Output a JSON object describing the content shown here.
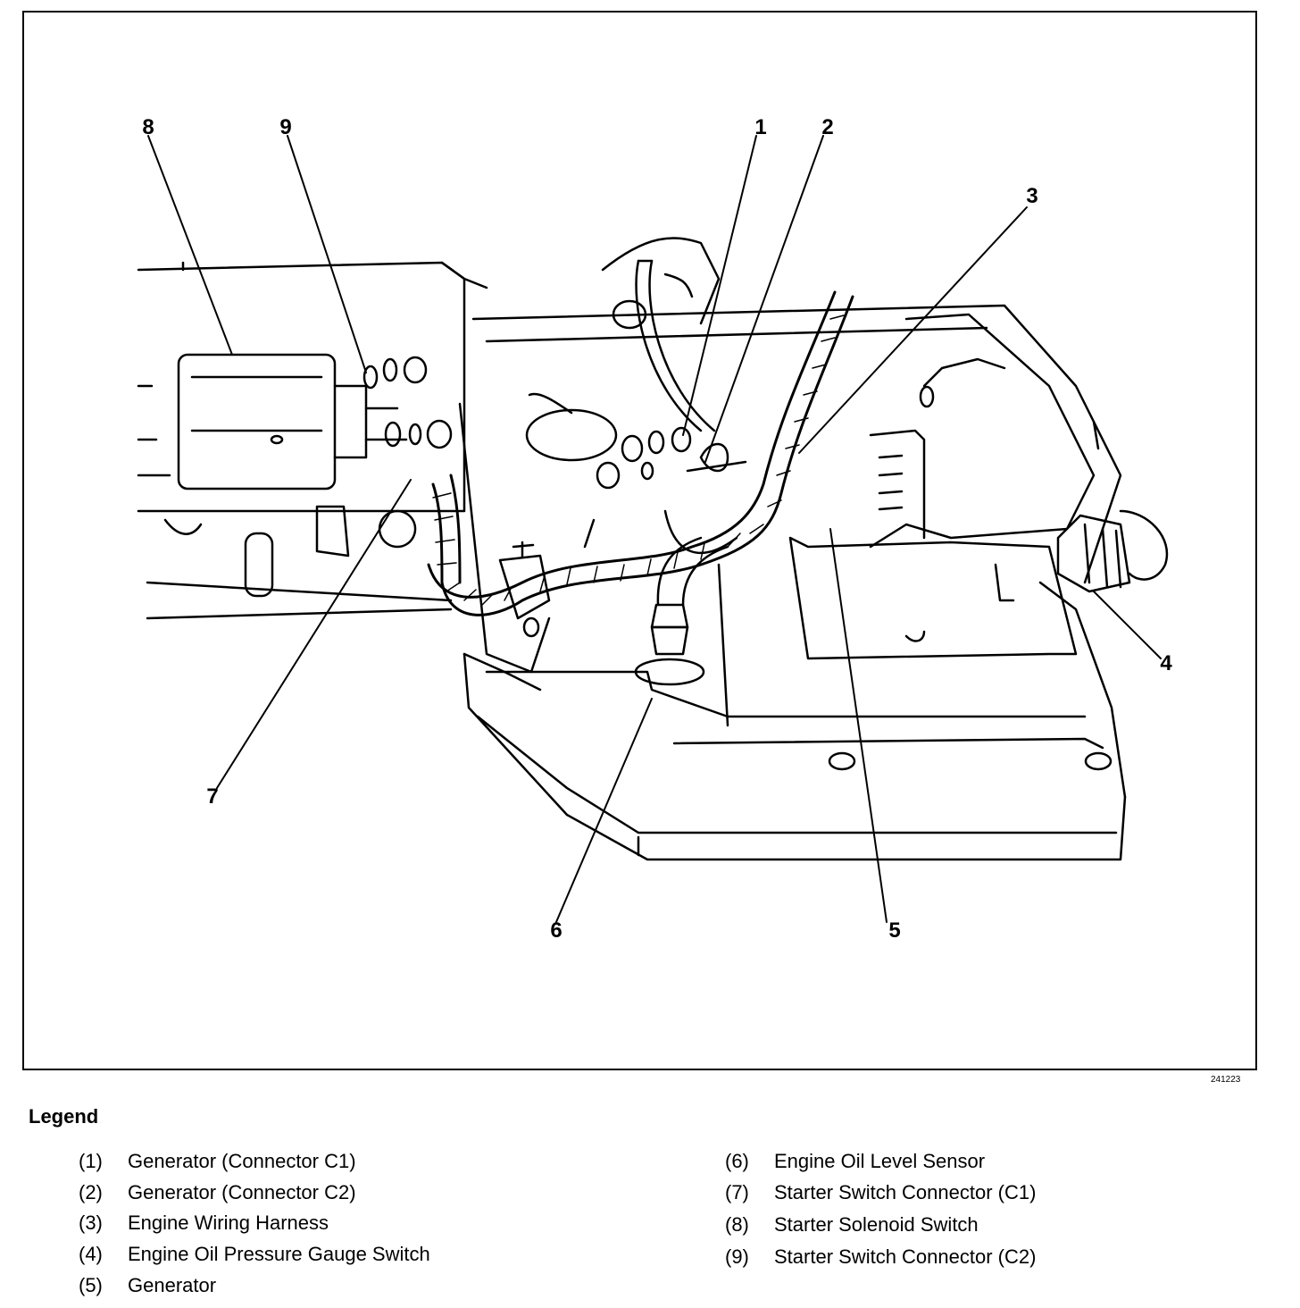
{
  "figure": {
    "id": "241223",
    "callouts": [
      "1",
      "2",
      "3",
      "4",
      "5",
      "6",
      "7",
      "8",
      "9"
    ]
  },
  "legend": {
    "title": "Legend",
    "items": [
      {
        "num": "(1)",
        "label": "Generator (Connector C1)"
      },
      {
        "num": "(2)",
        "label": "Generator (Connector C2)"
      },
      {
        "num": "(3)",
        "label": "Engine Wiring Harness"
      },
      {
        "num": "(4)",
        "label": "Engine Oil Pressure Gauge Switch"
      },
      {
        "num": "(5)",
        "label": "Generator"
      },
      {
        "num": "(6)",
        "label": "Engine Oil Level Sensor"
      },
      {
        "num": "(7)",
        "label": "Starter Switch Connector (C1)"
      },
      {
        "num": "(8)",
        "label": "Starter Solenoid Switch"
      },
      {
        "num": "(9)",
        "label": "Starter Switch Connector (C2)"
      }
    ]
  }
}
